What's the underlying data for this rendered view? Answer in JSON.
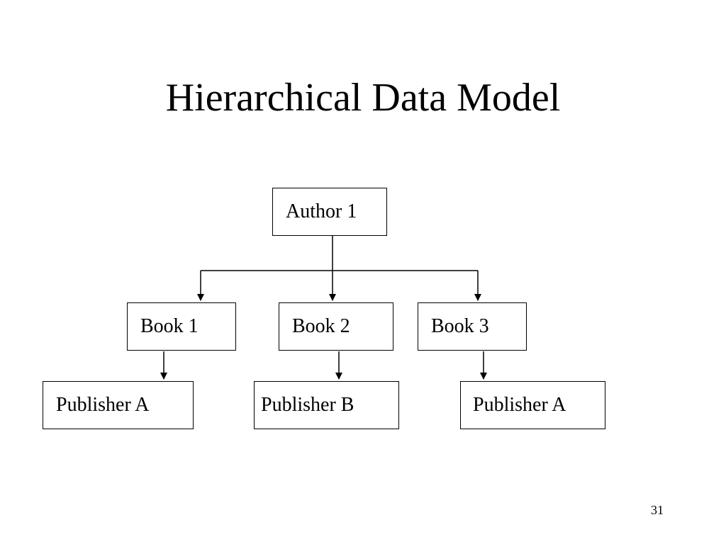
{
  "slide": {
    "title": "Hierarchical Data Model",
    "page_number": "31"
  },
  "diagram": {
    "root": {
      "label": "Author 1"
    },
    "books": [
      {
        "label": "Book 1"
      },
      {
        "label": "Book 2"
      },
      {
        "label": "Book 3"
      }
    ],
    "publishers": [
      {
        "label": "Publisher A"
      },
      {
        "label": "Publisher B"
      },
      {
        "label": "Publisher A"
      }
    ]
  }
}
